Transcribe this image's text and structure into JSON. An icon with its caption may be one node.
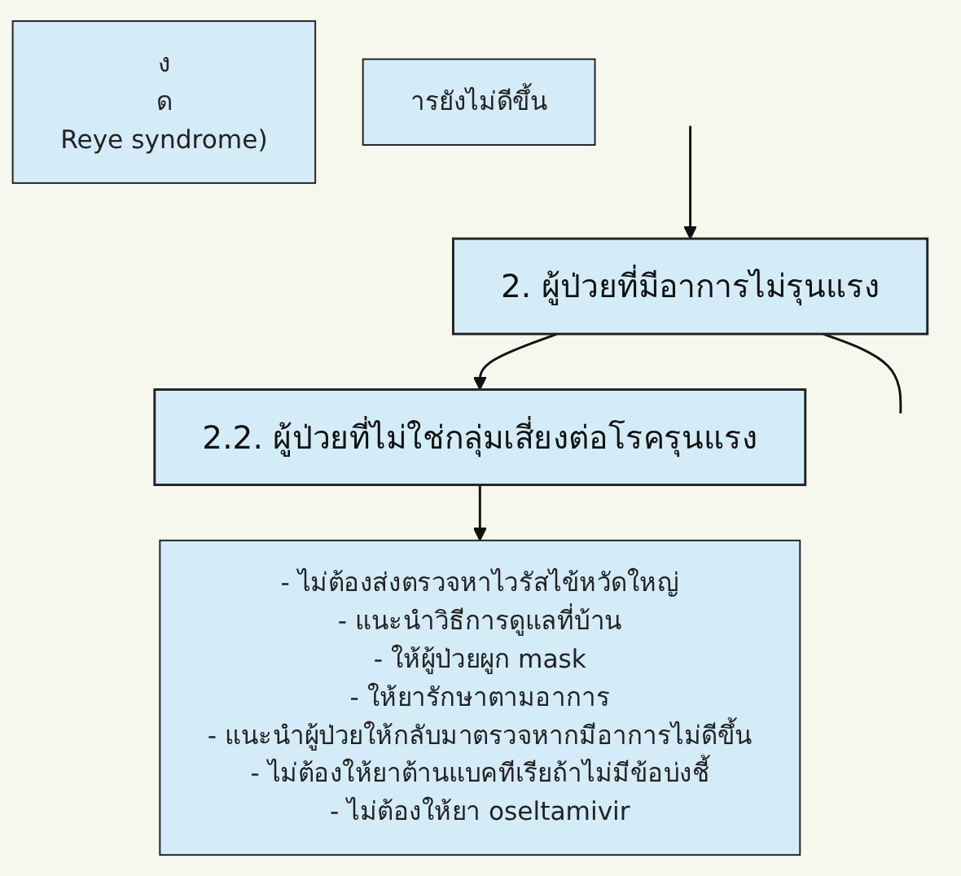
{
  "diagram": {
    "nodes": [
      {
        "text": [
          "2. ผู้ป่วยที่มีอาการไม่รุนแรง"
        ]
      },
      {
        "text": [
          "ง",
          "ด",
          "Reye syndrome)"
        ]
      },
      {
        "text": [
          "2.2. ผู้ป่วยที่ไม่ใช่กลุ่มเสี่ยงต่อโรครุนแรง"
        ]
      },
      {
        "text": [
          "- ไม่ต้องส่งตรวจหาไวรัสไข้หวัดใหญ่",
          "- แนะนำวิธีการดูแลที่บ้าน",
          "- ให้ผู้ป่วยผูก mask",
          "- ให้ยารักษาตามอาการ",
          "- แนะนำผู้ป่วยให้กลับมาตรวจหากมีอาการไม่ดีขึ้น",
          "- ไม่ต้องให้ยาต้านแบคทีเรียถ้าไม่มีข้อบ่งชี้",
          "- ไม่ต้องให้ยา oseltamivir"
        ]
      },
      {
        "text": [
          "ารยังไม่ดีขึ้น"
        ]
      }
    ],
    "edges": [
      {
        "from": null,
        "to": 0,
        "arrow": "to"
      },
      {
        "from": 0,
        "to": null,
        "arrow": "none"
      },
      {
        "from": 0,
        "to": 2,
        "arrow": "to"
      },
      {
        "from": 2,
        "to": 3,
        "arrow": "to"
      }
    ]
  }
}
